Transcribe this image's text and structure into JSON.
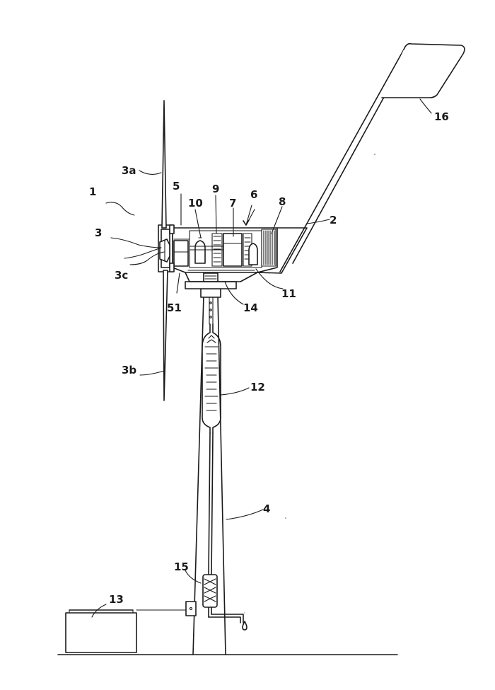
{
  "labels": {
    "l1": "1",
    "l2": "2",
    "l3": "3",
    "l3a": "3a",
    "l3b": "3b",
    "l3c": "3c",
    "l4": "4",
    "l5": "5",
    "l51": "51",
    "l6": "6",
    "l7": "7",
    "l8": "8",
    "l9": "9",
    "l10": "10",
    "l11": "11",
    "l12": "12",
    "l13": "13",
    "l14": "14",
    "l15": "15",
    "l16": "16"
  }
}
